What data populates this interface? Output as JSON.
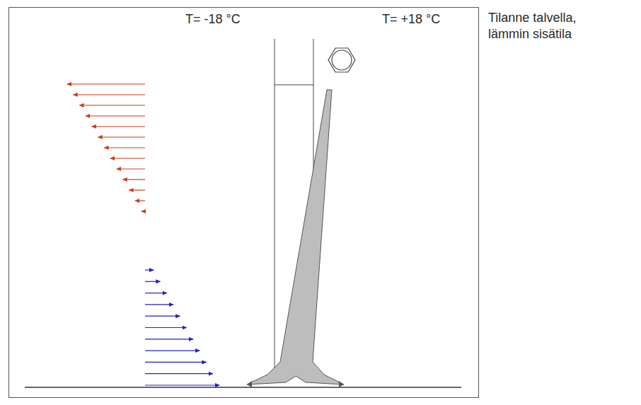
{
  "diagram": {
    "labels": [
      "T= -18 °C",
      "T= +18 °C",
      "Tilanne talvella, lämmin sisätila"
    ]
  }
}
